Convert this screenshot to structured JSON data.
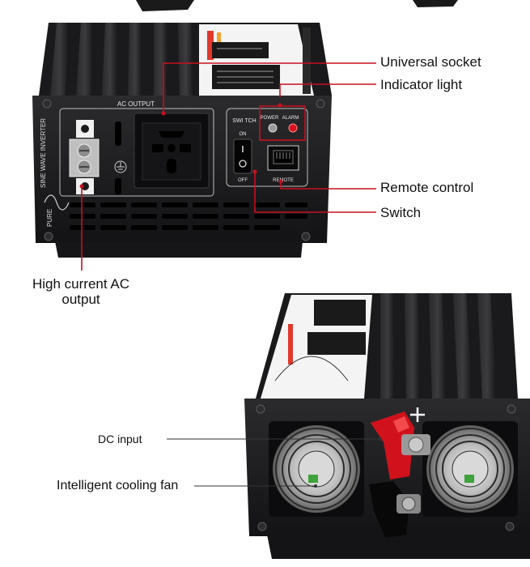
{
  "callouts": {
    "universal_socket": "Universal socket",
    "indicator_light": "Indicator light",
    "remote_control": "Remote control",
    "switch": "Switch",
    "high_current": "High current AC output",
    "dc_input": "DC input",
    "cooling_fan": "Intelligent cooling fan"
  },
  "panel_labels": {
    "ac_output": "AC OUTPUT",
    "switch": "SWI TCH",
    "on": "ON",
    "off": "OFF",
    "power": "POWER",
    "alarm": "ALARM",
    "remote": "REMOTE",
    "sine_wave_inverter": "SINE WAVE INVERTER",
    "pure": "PURE"
  },
  "colors": {
    "callout_line": "#c8101f",
    "chassis": "#1c1c1e",
    "panel": "#0e0e10",
    "positive_terminal": "#d0121c"
  },
  "icons": [
    "ground-icon",
    "plus-icon",
    "sine-wave-icon"
  ]
}
